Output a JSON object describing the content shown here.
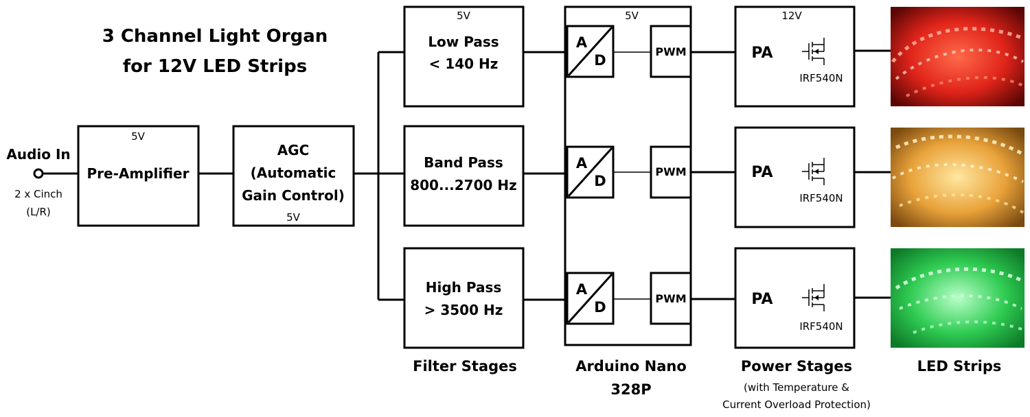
{
  "title": {
    "line1": "3 Channel Light Organ",
    "line2": "for 12V LED Strips"
  },
  "audio_in": {
    "label": "Audio In",
    "sub1": "2 x Cinch",
    "sub2": "(L/R)"
  },
  "preamp": {
    "voltage": "5V",
    "label": "Pre-Amplifier"
  },
  "agc": {
    "line1": "AGC",
    "line2": "(Automatic",
    "line3": "Gain Control)",
    "voltage": "5V"
  },
  "filters": {
    "voltage": "5V",
    "low": {
      "line1": "Low Pass",
      "line2": "< 140 Hz"
    },
    "band": {
      "line1": "Band Pass",
      "line2": "800...2700 Hz"
    },
    "high": {
      "line1": "High Pass",
      "line2": "> 3500 Hz"
    },
    "caption": "Filter Stages"
  },
  "arduino": {
    "voltage": "5V",
    "ad_a": "A",
    "ad_d": "D",
    "pwm": "PWM",
    "caption1": "Arduino Nano",
    "caption2": "328P"
  },
  "power": {
    "voltage": "12V",
    "pa": "PA",
    "mosfet": "IRF540N",
    "caption": "Power Stages",
    "note1": "(with Temperature &",
    "note2": "Current Overload Protection)"
  },
  "led": {
    "caption": "LED Strips",
    "colors": {
      "red": "#d81c12",
      "yellow": "#e8a83a",
      "green": "#26c24a"
    }
  }
}
